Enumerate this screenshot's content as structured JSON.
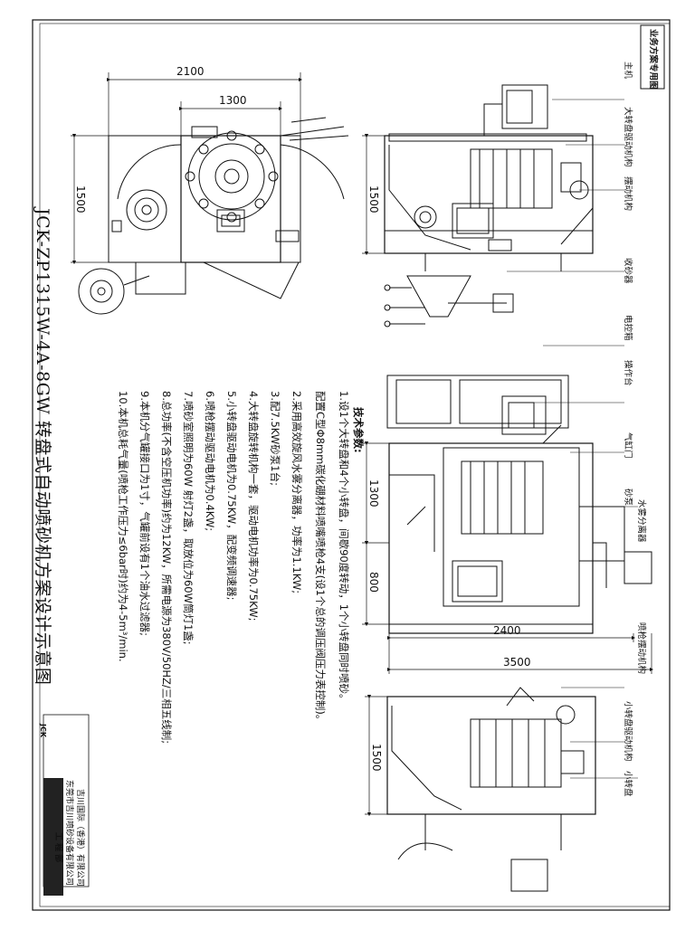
{
  "title_block": {
    "scheme_tag": "业务方案专用图",
    "title": "JCK-ZP1315W-4A-8GW 转盘式自动喷砂机方案设计示意图",
    "company_cn": "吉川国际（香港）有限公司",
    "company_factory": "东莞市吉川喷砂设备有限公司",
    "department": "工 程 部",
    "logo_text": "JCK"
  },
  "specs": {
    "heading": "技术参数:",
    "items": [
      "1.设1个大转盘和4个小转盘，间歇90度转动，1个小转盘同时喷砂。",
      "配置C型Φ8mm碳化硼材料喷嘴喷枪4支(设1个总的调压阀压力表控制)。",
      "2.采用高效旋风水雾分离器，功率为1.1KW;",
      "3.配7.5KW砂泵1台;",
      "4.大转盘旋转机构一套，驱动电机功率为0.75KW;",
      "5.小转盘驱动电机为0.75KW，配变频调速器;",
      "6.喷枪摆动驱动电机为0.4KW;",
      "7.喷砂室照明为60W 射灯2盏，取放位为60W筒灯1盏;",
      "8.总功率(不含空压机功率)约为12KW，所需电源为380V/50HZ/三相五线制;",
      "9.本机分气罐接口为1寸，气罐前设有1个油水过滤器;",
      "10.本机总耗气量(喷枪工作压力≤6bar时)约为4-5m³/min."
    ]
  },
  "dimensions": {
    "plan_width": "2100",
    "plan_inner": "1300",
    "plan_depth": "1500",
    "front_height": "1500",
    "side_height_a": "1300",
    "side_height_b": "800",
    "side_length": "2400",
    "overall_length": "3500",
    "rear_height": "1500"
  },
  "callouts": [
    "主机",
    "大转盘驱动机构",
    "摆动机构",
    "收砂器",
    "电控箱",
    "操作台",
    "气缸门",
    "砂泵",
    "水雾分离器",
    "喷枪摆动机构",
    "小转盘驱动机构",
    "小转盘"
  ]
}
